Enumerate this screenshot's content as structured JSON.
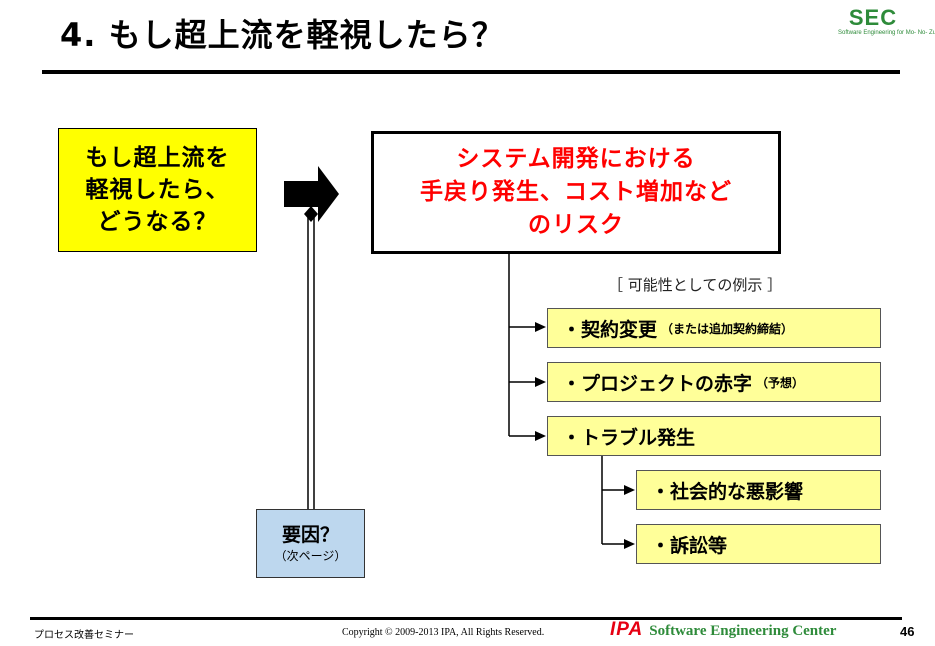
{
  "title": "4. もし超上流を軽視したら？",
  "logo": {
    "main": "SEC",
    "sub": "Software Engineering for Mo- No- Zu- Ku- Ri",
    "color": "#2e8b3a"
  },
  "question": {
    "lines": [
      "もし超上流を",
      "軽視したら、",
      "どうなる？"
    ],
    "bg": "#ffff00"
  },
  "risk": {
    "lines": [
      "システム開発における",
      "手戻り発生、コスト増加など",
      "のリスク"
    ],
    "color": "#ff0000"
  },
  "examples_label": "［ 可能性としての例示 ］",
  "items": [
    {
      "main": "・契約変更",
      "note": "（または追加契約締結）"
    },
    {
      "main": "・プロジェクトの赤字",
      "note": "（予想）"
    },
    {
      "main": "・トラブル発生",
      "note": ""
    }
  ],
  "sub_items": [
    {
      "main": "・社会的な悪影響"
    },
    {
      "main": "・訴訟等"
    }
  ],
  "cause": {
    "main": "要因？",
    "sub": "（次ページ）",
    "bg": "#bdd7ee"
  },
  "footer": {
    "left": "プロセス改善セミナー",
    "copyright": "Copyright © 2009-2013 IPA, All Rights Reserved.",
    "ipa": "IPA",
    "brand": "Software Engineering Center",
    "page": "46"
  }
}
